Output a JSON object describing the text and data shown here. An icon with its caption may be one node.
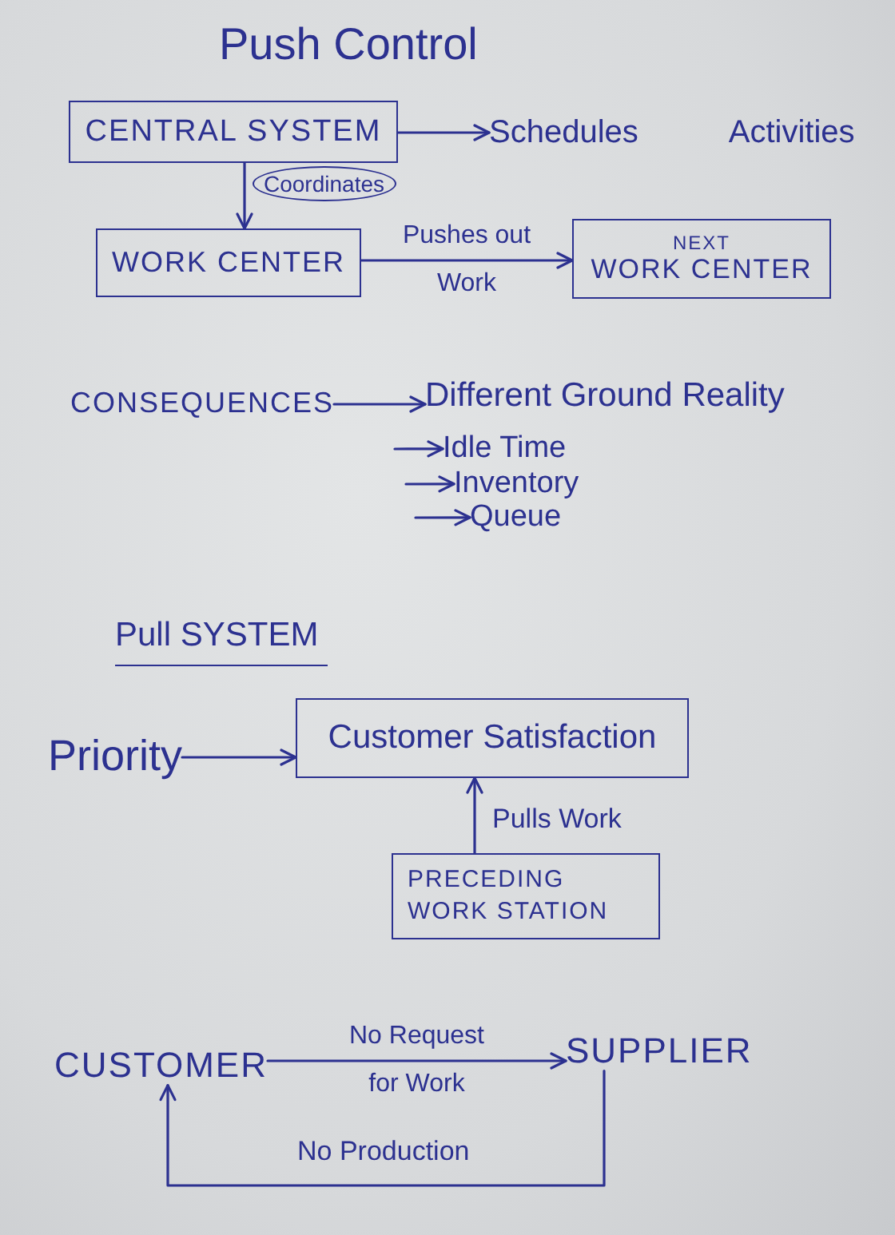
{
  "diagram": {
    "title": "Push Control",
    "nodes": [
      {
        "text": [
          "CENTRAL SYSTEM"
        ]
      },
      {
        "text": [
          "Schedules Activities"
        ]
      },
      {
        "text": [
          "WORK CENTER"
        ]
      },
      {
        "text": [
          "NEXT",
          "WORK CENTER"
        ]
      },
      {
        "text": [
          "CONSEQUENCES"
        ]
      },
      {
        "text": [
          "Different Ground Reality"
        ]
      },
      {
        "text": [
          "Idle Time"
        ]
      },
      {
        "text": [
          "Inventory"
        ]
      },
      {
        "text": [
          "Queue"
        ]
      },
      {
        "text": [
          "Priority"
        ]
      },
      {
        "text": [
          "Customer Satisfaction"
        ]
      },
      {
        "text": [
          "PRECEDING WORK STATION"
        ]
      },
      {
        "text": [
          "CUSTOMER"
        ]
      },
      {
        "text": [
          "SUPPLIER"
        ]
      }
    ],
    "edges": [
      {
        "from": 0,
        "to": 1,
        "arrow": "to"
      },
      {
        "from": 0,
        "to": 2,
        "arrow": "to",
        "label": "Coordinates"
      },
      {
        "from": 2,
        "to": 3,
        "arrow": "to",
        "label": "Pushes out Work"
      },
      {
        "from": 4,
        "to": 5,
        "arrow": "to"
      },
      {
        "from": null,
        "to": 6,
        "arrow": "to"
      },
      {
        "from": null,
        "to": 7,
        "arrow": "to"
      },
      {
        "from": null,
        "to": 8,
        "arrow": "to"
      },
      {
        "from": 9,
        "to": 10,
        "arrow": "to"
      },
      {
        "from": 11,
        "to": 10,
        "arrow": "to",
        "label": "Pulls Work"
      },
      {
        "from": 12,
        "to": 13,
        "arrow": "to",
        "label": "No Request for Work"
      },
      {
        "from": 13,
        "to": 12,
        "arrow": "to",
        "label": "No Production"
      }
    ],
    "labels": [
      "Pull SYSTEM"
    ]
  }
}
